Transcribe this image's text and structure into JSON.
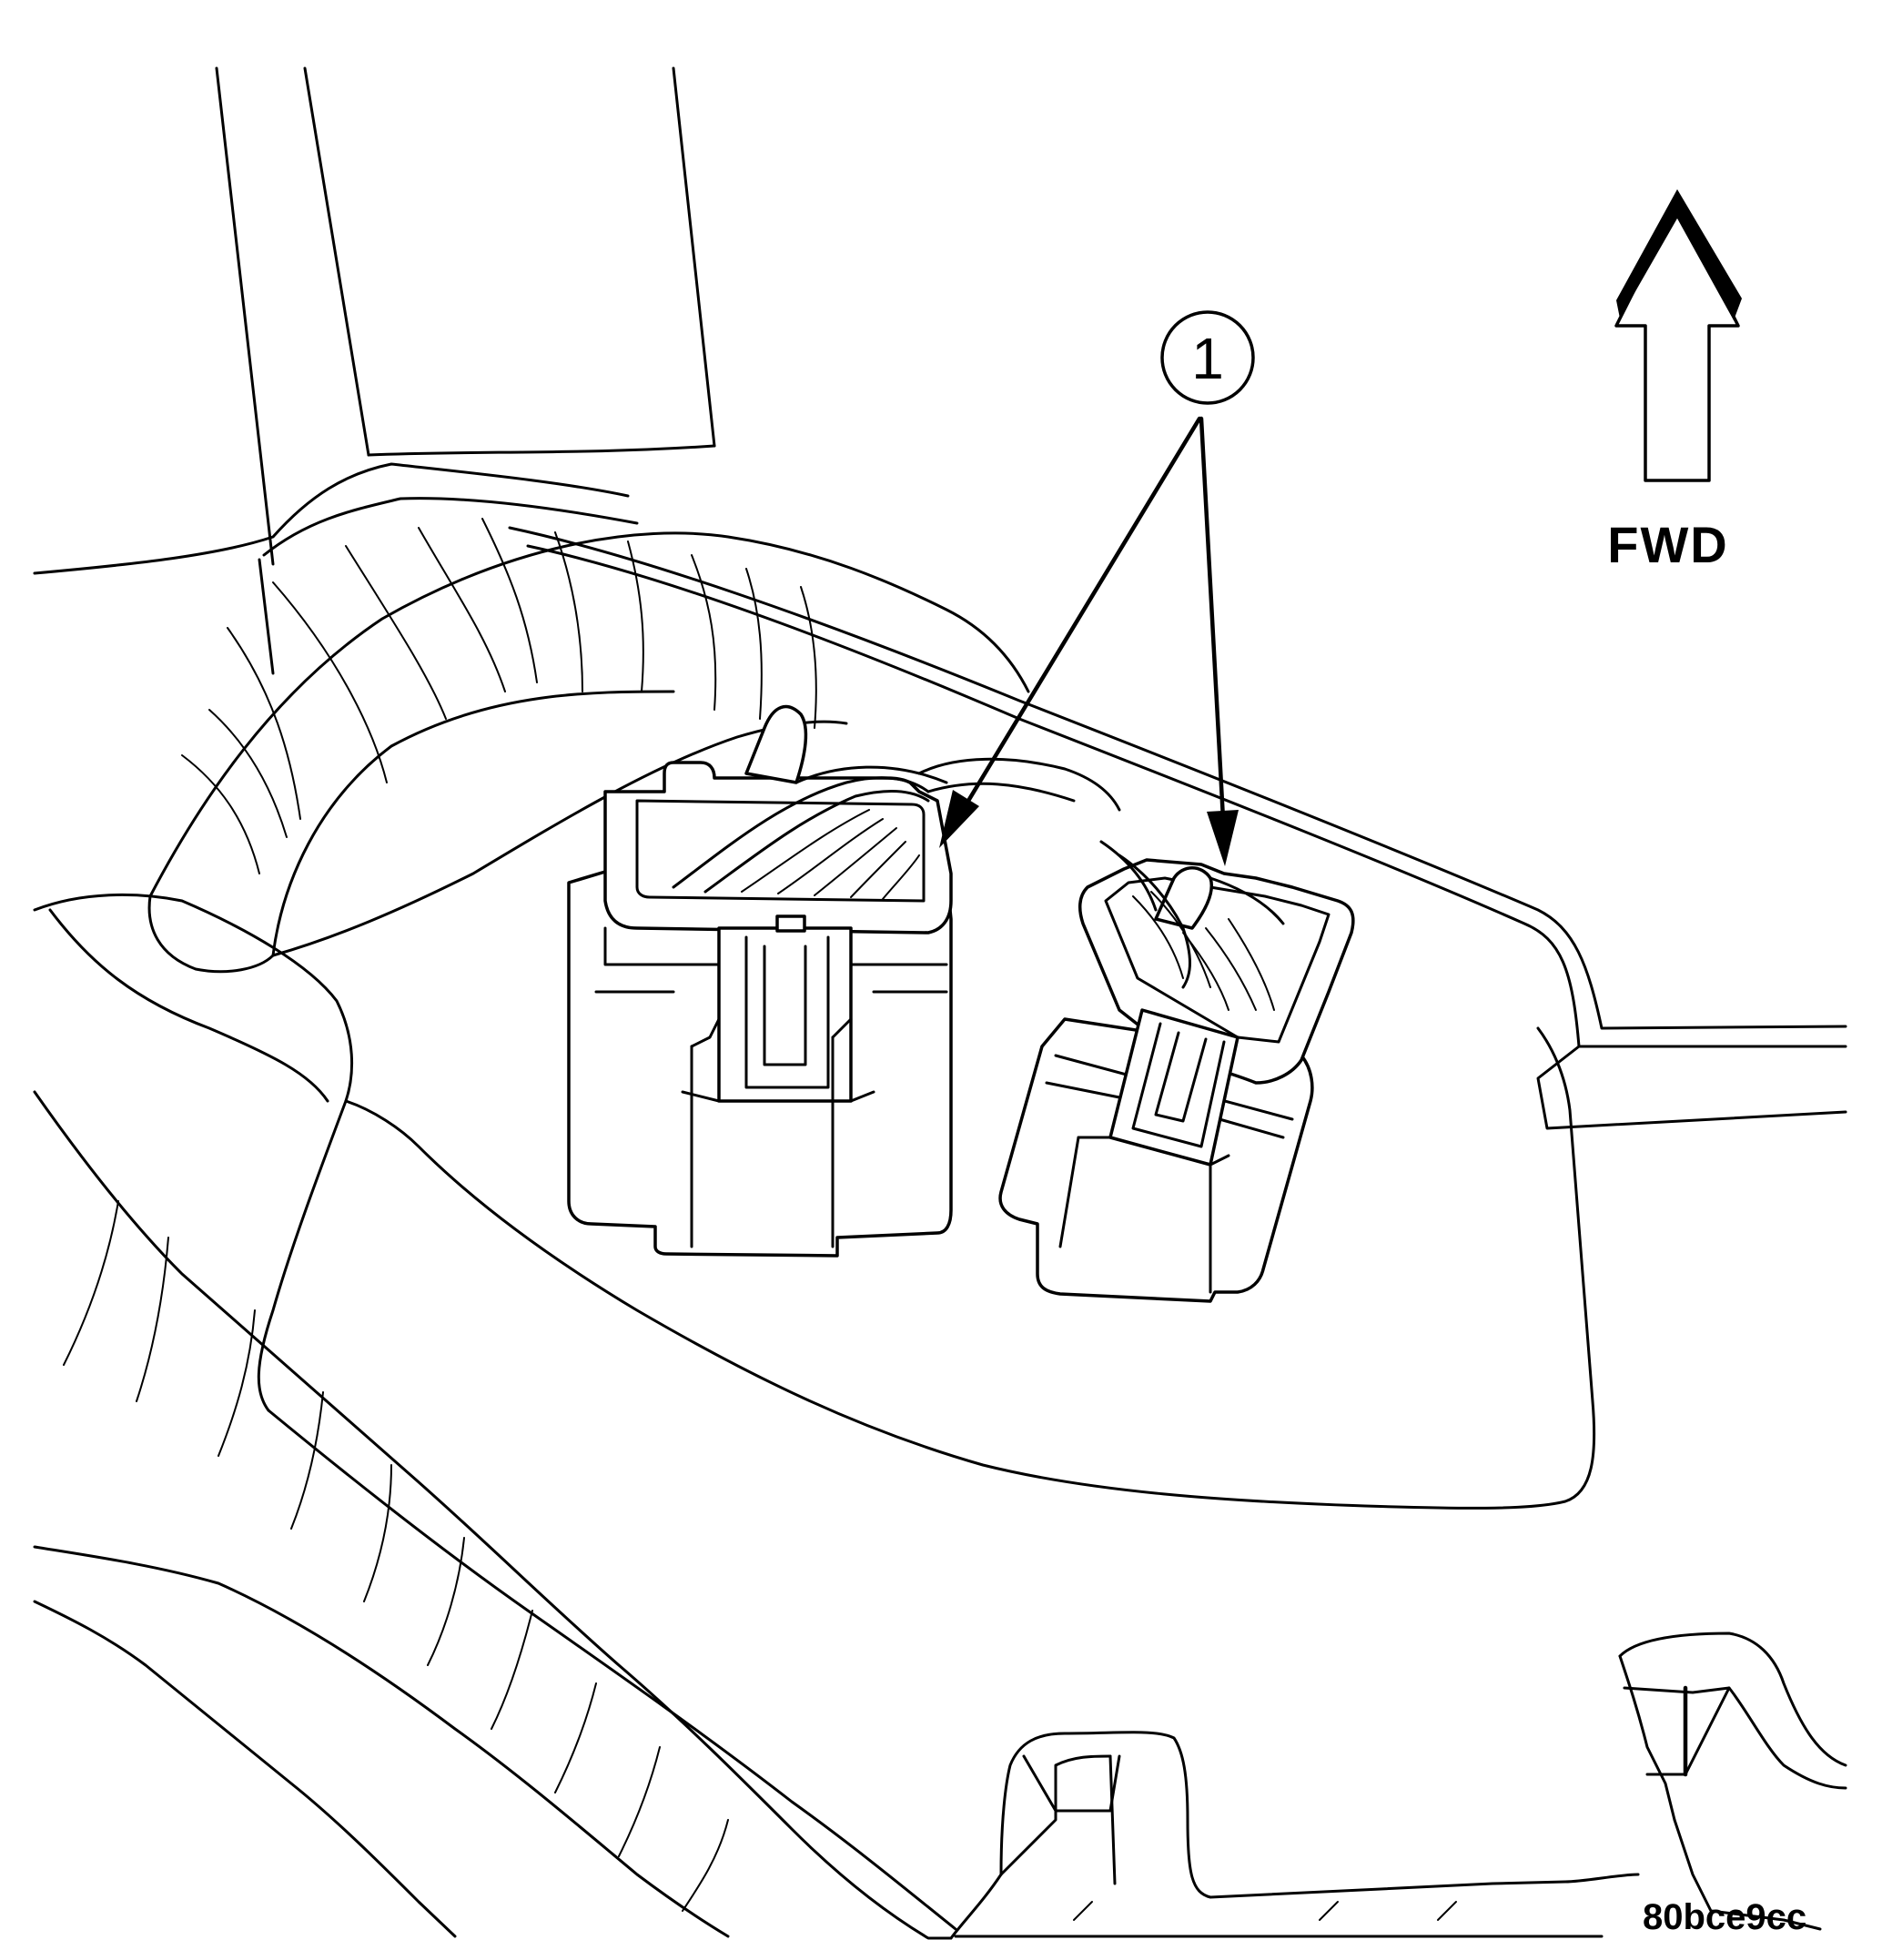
{
  "callout": {
    "number": "1"
  },
  "direction": {
    "label": "FWD"
  },
  "figure": {
    "id": "80bce9cc"
  }
}
